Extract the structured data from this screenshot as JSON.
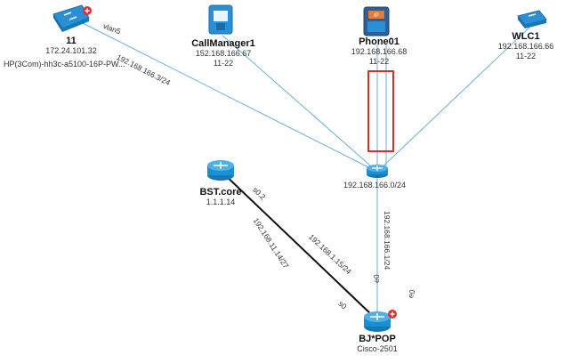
{
  "nodes": {
    "switch11": {
      "name": "11",
      "ip": "172.24.101.32",
      "desc": "HP(3Com)-hh3c-a5100-16P-PW..."
    },
    "callmanager": {
      "name": "CallManager1",
      "ip": "152.168.166.67",
      "extra": "11-22"
    },
    "phone": {
      "name": "Phone01",
      "ip": "192.168.166.68",
      "extra": "11-22"
    },
    "wlc": {
      "name": "WLC1",
      "ip": "192.168.166.66",
      "extra": "11-22"
    },
    "hub": {
      "name": "192.168.166.0/24"
    },
    "bstcore": {
      "name": "BST.core",
      "ip": "1.1.1.14"
    },
    "bjpop": {
      "name": "BJ*POP",
      "model": "Cisco-2501"
    }
  },
  "links": {
    "vlan5": "vlan5",
    "switch_hub": "192.168.166.3/24",
    "hub_bjpop": "192.168.166.1/24",
    "bst_port": "s0.2",
    "bst_subnet": "192.168.11.14/27",
    "bst_subnet2": "192.168.1.15/24",
    "bj_s0": "s0",
    "bj_e0": "e0",
    "bj_e0b": "e0"
  },
  "colors": {
    "link": "#6aaed6",
    "serial": "#111111",
    "router": "#1a8fd1",
    "highlight": "#d0342c"
  }
}
